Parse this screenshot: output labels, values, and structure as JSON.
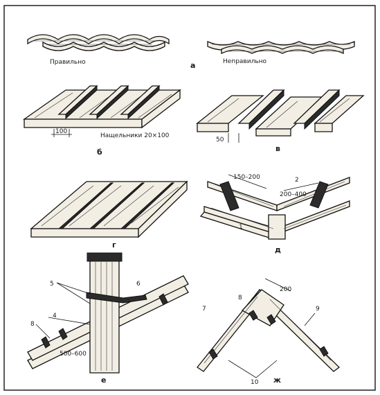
{
  "labels": {
    "correct": "Правильно",
    "incorrect": "Неправильно",
    "a": "а",
    "b": "б",
    "v": "в",
    "g": "г",
    "d": "д",
    "e": "е",
    "zh": "ж",
    "nashchelniki": "Нащельники 20×100"
  },
  "dimensions": {
    "d100": "100",
    "d50": "50",
    "d150_200": "150–200",
    "d200_400": "200–400",
    "d500_600": "500–600",
    "d200": "200"
  },
  "callouts": {
    "n1": "1",
    "n2": "2",
    "n4": "4",
    "n5": "5",
    "n6": "6",
    "n7": "7",
    "n8": "8",
    "n9": "9",
    "n10": "10"
  }
}
